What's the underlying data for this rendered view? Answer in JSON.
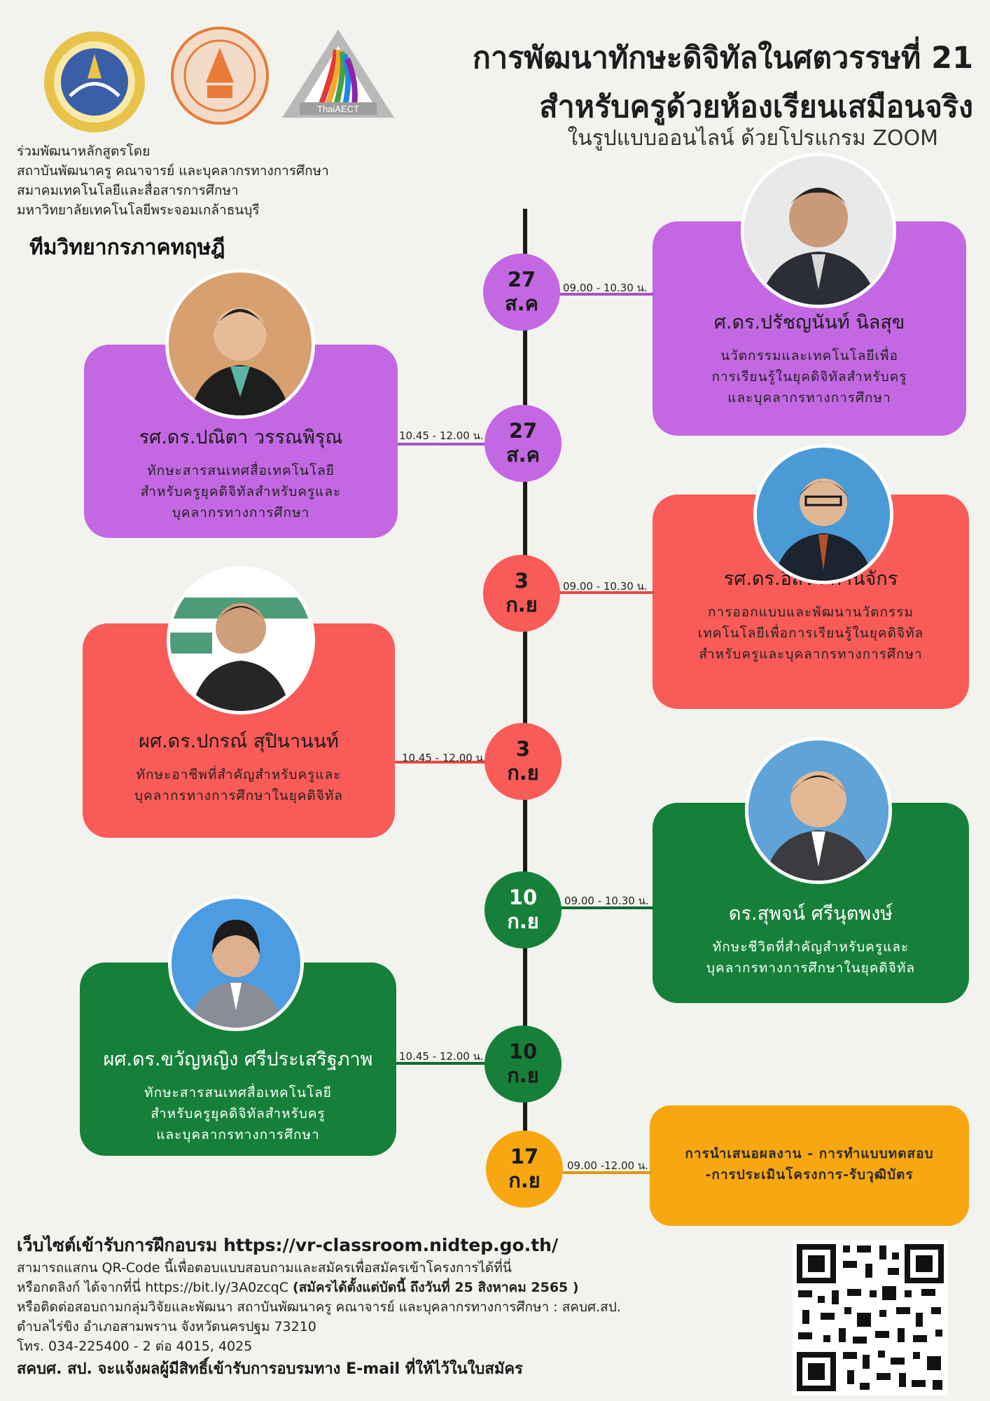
{
  "header": {
    "title_line1": "การพัฒนาทักษะดิจิทัลในศตวรรษที่ 21",
    "title_line2": "สำหรับครูด้วยห้องเรียนเสมือนจริง",
    "title_line3": "ในรูปแบบออนไลน์ ด้วยโปรแกรม ZOOM",
    "logo3_text": "ThaiAECT"
  },
  "partners": {
    "line1": "ร่วมพัฒนาหลักสูตรโดย",
    "line2": "สถาบันพัฒนาครู คณาจารย์ และบุคลากรทางการศึกษา",
    "line3": "สมาคมเทคโนโลยีและสื่อสารการศึกษา",
    "line4": "มหาวิทยาลัยเทคโนโลยีพระจอมเกล้าธนบุรี"
  },
  "section_title": "ทีมวิทยากรภาคทฤษฎี",
  "sessions": [
    {
      "day": "27",
      "month": "ส.ค",
      "time": "09.00 - 10.30 น.",
      "name": "ศ.ดร.ปรัชญนันท์ นิลสุข",
      "topic1": "นวัตกรรมและเทคโนโลยีเพื่อ",
      "topic2": "การเรียนรู้ในยุคดิจิทัลสำหรับครู",
      "topic3": "และบุคลากรทางการศึกษา"
    },
    {
      "day": "27",
      "month": "ส.ค",
      "time": "10.45 - 12.00 น.",
      "name": "รศ.ดร.ปณิตา วรรณพิรุณ",
      "topic1": "ทักษะสารสนเทศสื่อเทคโนโลยี",
      "topic2": "สำหรับครูยุคดิจิทัลสำหรับครูและ",
      "topic3": "บุคลากรทางการศึกษา"
    },
    {
      "day": "3",
      "month": "ก.ย",
      "time": "09.00 - 10.30 น.",
      "name": "รศ.ดร.อิสรา ก้านจักร",
      "topic1": "การออกแบบและพัฒนานวัตกรรม",
      "topic2": "เทคโนโลยีเพื่อการเรียนรู้ในยุคดิจิทัล",
      "topic3": "สำหรับครูและบุคลากรทางการศึกษา"
    },
    {
      "day": "3",
      "month": "ก.ย",
      "time": "10.45 - 12.00 น.",
      "name": "ผศ.ดร.ปกรณ์ สุปินานนท์",
      "topic1": "ทักษะอาชีพที่สำคัญสำหรับครูและ",
      "topic2": "บุคลากรทางการศึกษาในยุคดิจิทัล"
    },
    {
      "day": "10",
      "month": "ก.ย",
      "time": "09.00 - 10.30 น.",
      "name": "ดร.สุพจน์ ศรีนุตพงษ์",
      "topic1": "ทักษะชีวิตที่สำคัญสำหรับครูและ",
      "topic2": "บุคลากรทางการศึกษาในยุคดิจิทัล"
    },
    {
      "day": "10",
      "month": "ก.ย",
      "time": "10.45 - 12.00 น.",
      "name": "ผศ.ดร.ขวัญหญิง ศรีประเสริฐภาพ",
      "topic1": "ทักษะสารสนเทศสื่อเทคโนโลยี",
      "topic2": "สำหรับครูยุคดิจิทัลสำหรับครู",
      "topic3": "และบุคลากรทางการศึกษา"
    },
    {
      "day": "17",
      "month": "ก.ย",
      "time": "09.00 -12.00 น.",
      "topic1": "การนำเสนอผลงาน - การทำแบบทดสอบ",
      "topic2": "-การประเมินโครงการ-รับวุฒิบัตร"
    }
  ],
  "footer": {
    "website": "เว็บไซต์เข้ารับการฝึกอบรม https://vr-classroom.nidtep.go.th/",
    "line1": "สามารถแสกน QR-Code นี้เพื่อตอบแบบสอบถามและสมัครเพื่อสมัครเข้าโครงการได้ที่นี่",
    "line2": "หรือกดลิงก์ ได้จากที่นี่ https://bit.ly/3A0zcqC",
    "line2_bold": "(สมัครได้ตั้งแต่บัดนี้ ถึงวันที่ 25 สิงหาคม 2565 )",
    "line3": "หรือติดต่อสอบถามกลุ่มวิจัยและพัฒนา สถาบันพัฒนาครู คณาจารย์ และบุคลากรทางการศึกษา : สคบศ.สป.",
    "line4": "ตำบลไร่ขิง อำเภอสามพราน จังหวัดนครปฐม 73210",
    "line5": "โทร. 034-225400 - 2 ต่อ 4015, 4025",
    "notice": "สคบศ. สป. จะแจ้งผลผู้มีสิทธิ์เข้ารับการอบรมทาง E-mail ที่ให้ไว้ในใบสมัคร"
  },
  "colors": {
    "purple": "#c368e2",
    "red": "#f95b58",
    "green": "#16803a",
    "orange": "#f7a811",
    "background": "#f2f2ee"
  }
}
